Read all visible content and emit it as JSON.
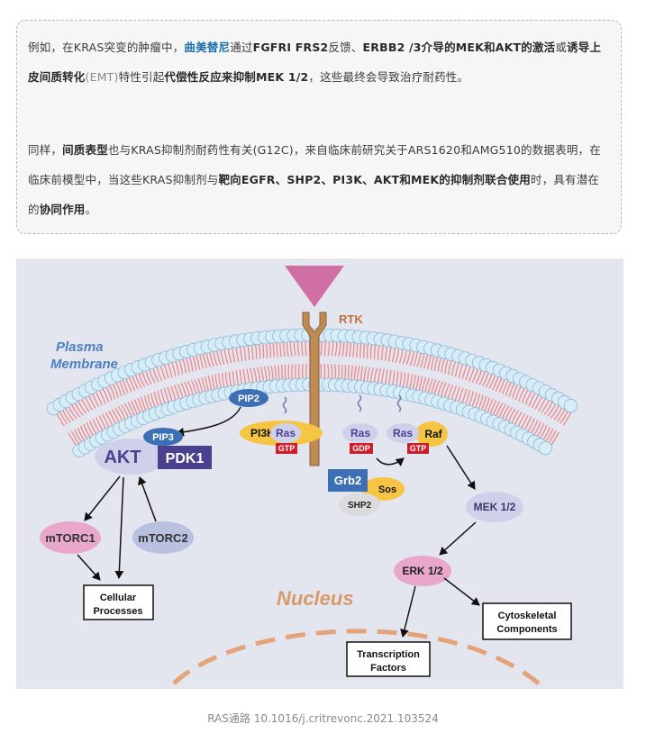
{
  "text_box": {
    "p1": [
      {
        "t": "例如，在KRAS突变的肿瘤中，",
        "s": "n"
      },
      {
        "t": "曲美替尼",
        "s": "hl"
      },
      {
        "t": "通过",
        "s": "n"
      },
      {
        "t": "FGFRI FRS2",
        "s": "b"
      },
      {
        "t": "反馈、",
        "s": "n"
      },
      {
        "t": "ERBB2 /3介导的MEK和AKT的激活",
        "s": "b"
      },
      {
        "t": "或",
        "s": "n"
      },
      {
        "t": "诱导上皮间质转化",
        "s": "b"
      },
      {
        "t": "(EMT)",
        "s": "gray"
      },
      {
        "t": "特性引起",
        "s": "n"
      },
      {
        "t": "代偿性反应来抑制MEK 1/2",
        "s": "b"
      },
      {
        "t": "，这些最终会导致治疗耐药性。",
        "s": "n"
      }
    ],
    "p2": [
      {
        "t": "同样，",
        "s": "n"
      },
      {
        "t": "间质表型",
        "s": "b"
      },
      {
        "t": "也与KRAS抑制剂耐药性有关(G12C)，来自临床前研究关于ARS1620和AMG510的数据表明，在临床前模型中，当这些KRAS抑制剂与",
        "s": "n"
      },
      {
        "t": "靶向EGFR、SHP2、PI3K、AKT和MEK的抑制剂联合使用",
        "s": "b"
      },
      {
        "t": "时，具有潜在的",
        "s": "n"
      },
      {
        "t": "协同作用",
        "s": "b"
      },
      {
        "t": "。",
        "s": "n"
      }
    ]
  },
  "diagram": {
    "membrane_label": [
      "Plasma",
      "Membrane"
    ],
    "rtk_label": "RTK",
    "nucleus_label": "Nucleus",
    "pip2": "PIP2",
    "pip3": "PIP3",
    "akt": "AKT",
    "pdk1": "PDK1",
    "pi3k": "PI3K",
    "ras": "Ras",
    "gtp": "GTP",
    "gdp": "GDP",
    "raf": "Raf",
    "grb2": "Grb2",
    "sos": "Sos",
    "shp2": "SHP2",
    "mek": "MEK 1/2",
    "erk": "ERK 1/2",
    "mtorc1": "mTORC1",
    "mtorc2": "mTORC2",
    "cellular": [
      "Cellular",
      "Processes"
    ],
    "cyto": [
      "Cytoskeletal",
      "Components"
    ],
    "transcription": [
      "Transcription",
      "Factors"
    ]
  },
  "caption": "RAS通路 10.1016/j.critrevonc.2021.103524",
  "colors": {
    "accent_blue": "#1e6fa8",
    "rtk_pink": "#d06fa3",
    "membrane_head": "#d6ecf7",
    "lipid_tail": "#ec8a8a",
    "akt_lavender": "#cfd0ea",
    "pdk1_purple": "#4a4090",
    "sos_yellow": "#f6c544",
    "gtp_red": "#cc1f2b",
    "erk_pink": "#e8a7cb",
    "nucleus_orange": "#e4a37a"
  }
}
